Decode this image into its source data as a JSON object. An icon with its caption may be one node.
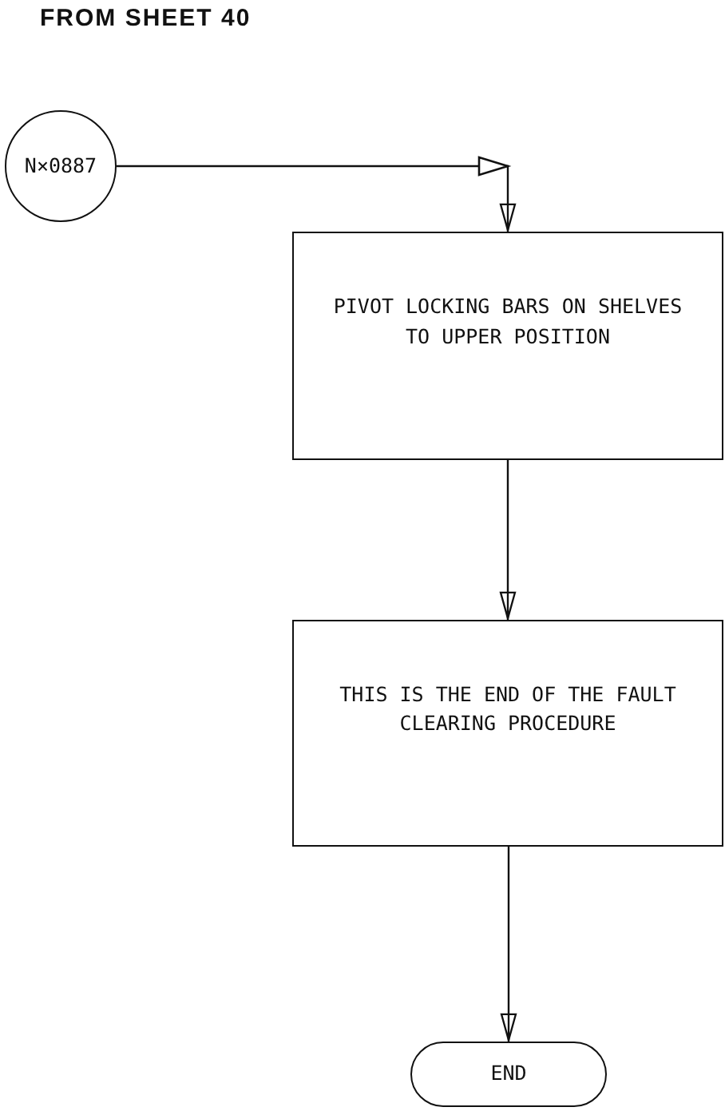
{
  "diagram": {
    "nodes": [
      {
        "text": [
          "N×0887"
        ],
        "beside": [
          "FROM SHEET 40"
        ]
      },
      {
        "text": [
          "PIVOT LOCKING BARS ON SHELVES TO UPPER POSITION"
        ]
      },
      {
        "text": [
          "THIS IS THE END OF THE FAULT CLEARING PROCEDURE"
        ]
      },
      {
        "text": [
          "END"
        ]
      }
    ],
    "edges": [
      {
        "from": 0,
        "to": 1,
        "arrow": "to"
      },
      {
        "from": 1,
        "to": 2,
        "arrow": "to"
      },
      {
        "from": 2,
        "to": 3,
        "arrow": "to"
      }
    ]
  }
}
